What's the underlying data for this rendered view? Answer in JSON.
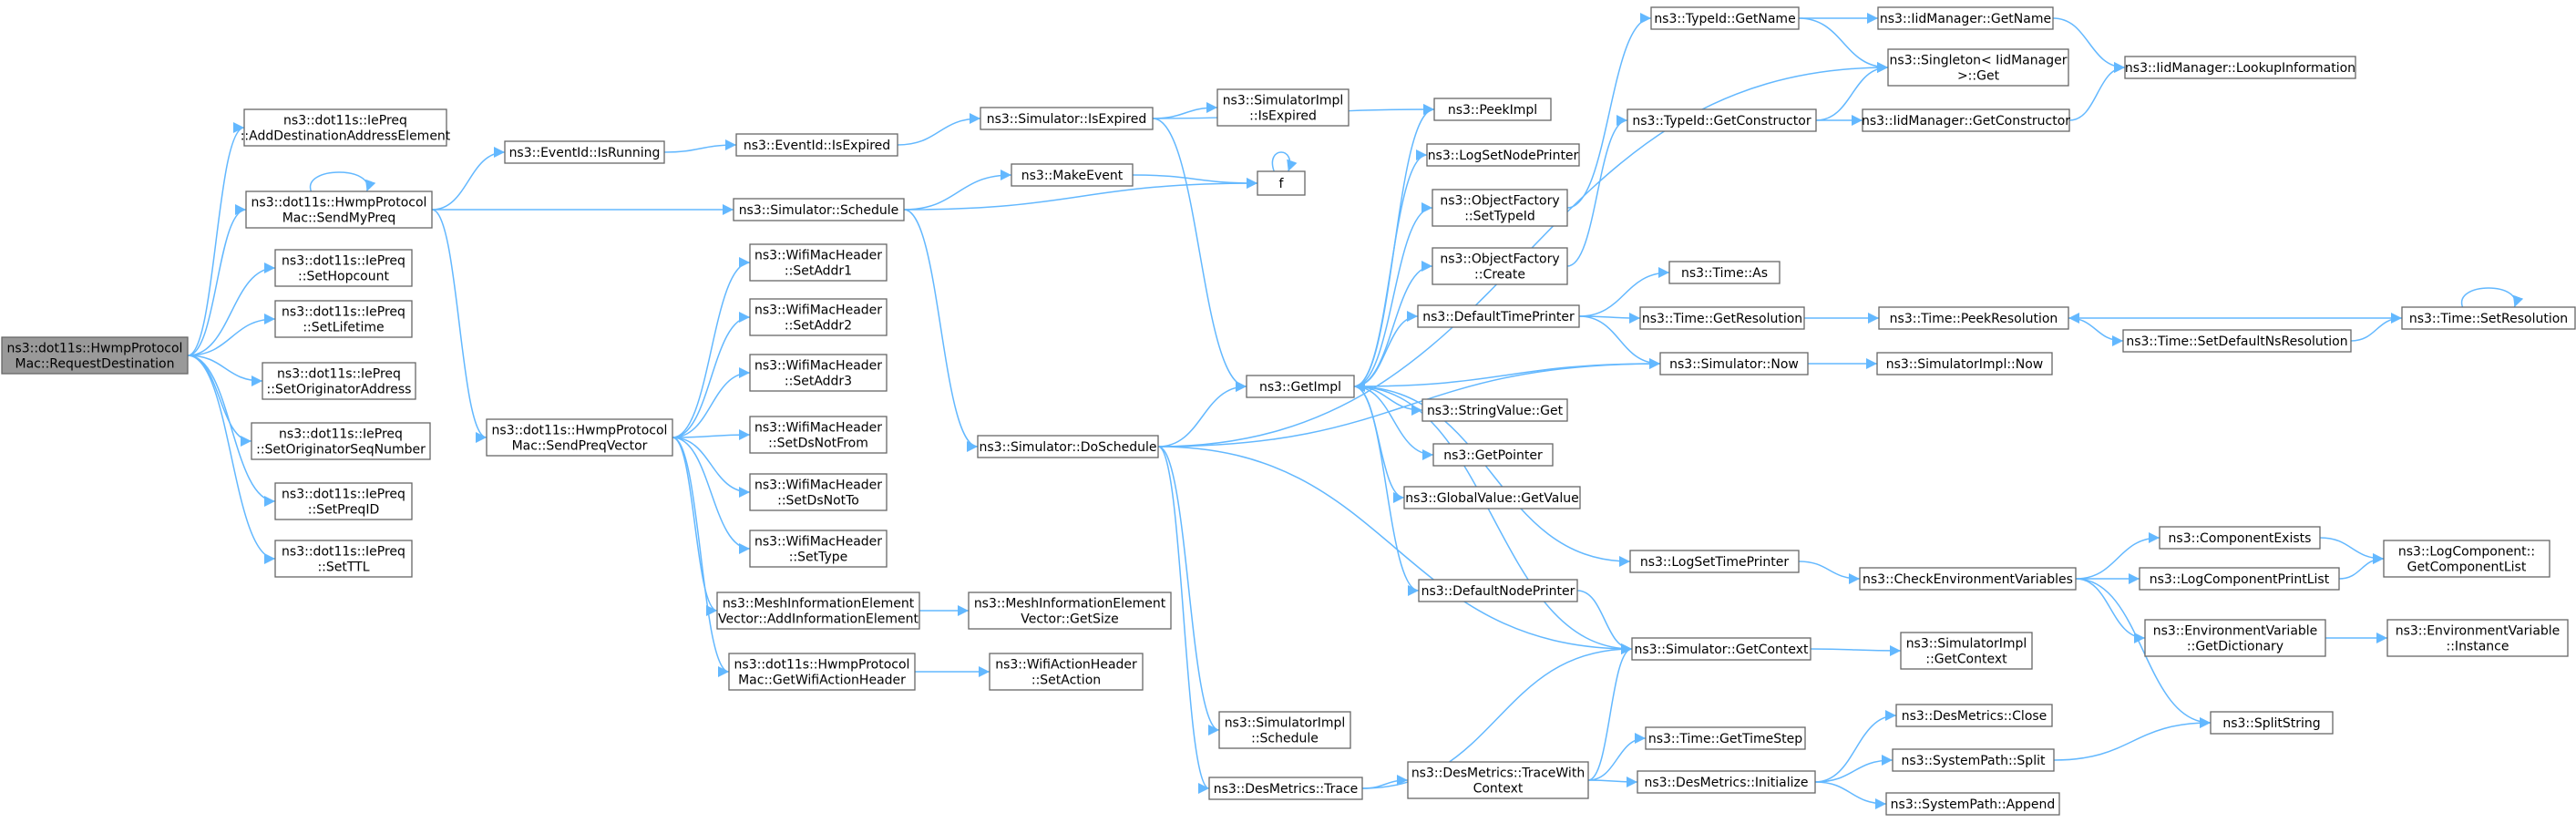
{
  "nodes": [
    {
      "id": "root",
      "lines": [
        "ns3::dot11s::HwmpProtocol",
        "Mac::RequestDestination"
      ],
      "root": true
    },
    {
      "id": "addDest",
      "lines": [
        "ns3::dot11s::IePreq",
        "::AddDestinationAddressElement"
      ]
    },
    {
      "id": "sendMyPreq",
      "lines": [
        "ns3::dot11s::HwmpProtocol",
        "Mac::SendMyPreq"
      ]
    },
    {
      "id": "setHopcount",
      "lines": [
        "ns3::dot11s::IePreq",
        "::SetHopcount"
      ]
    },
    {
      "id": "setLifetime",
      "lines": [
        "ns3::dot11s::IePreq",
        "::SetLifetime"
      ]
    },
    {
      "id": "setOrigAddr",
      "lines": [
        "ns3::dot11s::IePreq",
        "::SetOriginatorAddress"
      ]
    },
    {
      "id": "setOrigSeq",
      "lines": [
        "ns3::dot11s::IePreq",
        "::SetOriginatorSeqNumber"
      ]
    },
    {
      "id": "setPreqId",
      "lines": [
        "ns3::dot11s::IePreq",
        "::SetPreqID"
      ]
    },
    {
      "id": "setTtl",
      "lines": [
        "ns3::dot11s::IePreq",
        "::SetTTL"
      ]
    },
    {
      "id": "eventIsRunning",
      "lines": [
        "ns3::EventId::IsRunning"
      ]
    },
    {
      "id": "sendPreqVector",
      "lines": [
        "ns3::dot11s::HwmpProtocol",
        "Mac::SendPreqVector"
      ]
    },
    {
      "id": "eventIsExpired",
      "lines": [
        "ns3::EventId::IsExpired"
      ]
    },
    {
      "id": "simSchedule",
      "lines": [
        "ns3::Simulator::Schedule"
      ]
    },
    {
      "id": "setAddr1",
      "lines": [
        "ns3::WifiMacHeader",
        "::SetAddr1"
      ]
    },
    {
      "id": "setAddr2",
      "lines": [
        "ns3::WifiMacHeader",
        "::SetAddr2"
      ]
    },
    {
      "id": "setAddr3",
      "lines": [
        "ns3::WifiMacHeader",
        "::SetAddr3"
      ]
    },
    {
      "id": "setDsNotFrom",
      "lines": [
        "ns3::WifiMacHeader",
        "::SetDsNotFrom"
      ]
    },
    {
      "id": "setDsNotTo",
      "lines": [
        "ns3::WifiMacHeader",
        "::SetDsNotTo"
      ]
    },
    {
      "id": "setType",
      "lines": [
        "ns3::WifiMacHeader",
        "::SetType"
      ]
    },
    {
      "id": "meshAddInfo",
      "lines": [
        "ns3::MeshInformationElement",
        "Vector::AddInformationElement"
      ]
    },
    {
      "id": "getWifiAction",
      "lines": [
        "ns3::dot11s::HwmpProtocol",
        "Mac::GetWifiActionHeader"
      ]
    },
    {
      "id": "simIsExpired",
      "lines": [
        "ns3::Simulator::IsExpired"
      ]
    },
    {
      "id": "makeEvent",
      "lines": [
        "ns3::MakeEvent"
      ]
    },
    {
      "id": "simDoSchedule",
      "lines": [
        "ns3::Simulator::DoSchedule"
      ]
    },
    {
      "id": "meshGetSize",
      "lines": [
        "ns3::MeshInformationElement",
        "Vector::GetSize"
      ]
    },
    {
      "id": "setAction",
      "lines": [
        "ns3::WifiActionHeader",
        "::SetAction"
      ]
    },
    {
      "id": "simImplIsExpired",
      "lines": [
        "ns3::SimulatorImpl",
        "::IsExpired"
      ]
    },
    {
      "id": "f",
      "lines": [
        "f"
      ]
    },
    {
      "id": "getImpl",
      "lines": [
        "ns3::GetImpl"
      ]
    },
    {
      "id": "simImplSchedule",
      "lines": [
        "ns3::SimulatorImpl",
        "::Schedule"
      ]
    },
    {
      "id": "desTrace",
      "lines": [
        "ns3::DesMetrics::Trace"
      ]
    },
    {
      "id": "peekImpl",
      "lines": [
        "ns3::PeekImpl"
      ]
    },
    {
      "id": "logSetNodePrinter",
      "lines": [
        "ns3::LogSetNodePrinter"
      ]
    },
    {
      "id": "objFactSetTypeId",
      "lines": [
        "ns3::ObjectFactory",
        "::SetTypeId"
      ]
    },
    {
      "id": "objFactCreate",
      "lines": [
        "ns3::ObjectFactory",
        "::Create"
      ]
    },
    {
      "id": "defaultTimePrinter",
      "lines": [
        "ns3::DefaultTimePrinter"
      ]
    },
    {
      "id": "stringValueGet",
      "lines": [
        "ns3::StringValue::Get"
      ]
    },
    {
      "id": "getPointer",
      "lines": [
        "ns3::GetPointer"
      ]
    },
    {
      "id": "globalValueGet",
      "lines": [
        "ns3::GlobalValue::GetValue"
      ]
    },
    {
      "id": "defaultNodePrinter",
      "lines": [
        "ns3::DefaultNodePrinter"
      ]
    },
    {
      "id": "desTraceWithContext",
      "lines": [
        "ns3::DesMetrics::TraceWith",
        "Context"
      ]
    },
    {
      "id": "typeIdGetName",
      "lines": [
        "ns3::TypeId::GetName"
      ]
    },
    {
      "id": "typeIdGetCtor",
      "lines": [
        "ns3::TypeId::GetConstructor"
      ]
    },
    {
      "id": "timeAs",
      "lines": [
        "ns3::Time::As"
      ]
    },
    {
      "id": "timeGetResolution",
      "lines": [
        "ns3::Time::GetResolution"
      ]
    },
    {
      "id": "simNow",
      "lines": [
        "ns3::Simulator::Now"
      ]
    },
    {
      "id": "logSetTimePrinter",
      "lines": [
        "ns3::LogSetTimePrinter"
      ]
    },
    {
      "id": "simGetContext",
      "lines": [
        "ns3::Simulator::GetContext"
      ]
    },
    {
      "id": "timeGetTimeStep",
      "lines": [
        "ns3::Time::GetTimeStep"
      ]
    },
    {
      "id": "desInitialize",
      "lines": [
        "ns3::DesMetrics::Initialize"
      ]
    },
    {
      "id": "iidGetName",
      "lines": [
        "ns3::IidManager::GetName"
      ]
    },
    {
      "id": "singletonGet",
      "lines": [
        "ns3::Singleton< IidManager",
        " >::Get"
      ]
    },
    {
      "id": "iidGetCtor",
      "lines": [
        "ns3::IidManager::GetConstructor"
      ]
    },
    {
      "id": "timePeekResolution",
      "lines": [
        "ns3::Time::PeekResolution"
      ]
    },
    {
      "id": "simImplNow",
      "lines": [
        "ns3::SimulatorImpl::Now"
      ]
    },
    {
      "id": "checkEnvVars",
      "lines": [
        "ns3::CheckEnvironmentVariables"
      ]
    },
    {
      "id": "simImplGetContext",
      "lines": [
        "ns3::SimulatorImpl",
        "::GetContext"
      ]
    },
    {
      "id": "desClose",
      "lines": [
        "ns3::DesMetrics::Close"
      ]
    },
    {
      "id": "sysPathSplit",
      "lines": [
        "ns3::SystemPath::Split"
      ]
    },
    {
      "id": "sysPathAppend",
      "lines": [
        "ns3::SystemPath::Append"
      ]
    },
    {
      "id": "iidLookup",
      "lines": [
        "ns3::IidManager::LookupInformation"
      ]
    },
    {
      "id": "timeSetDefaultNs",
      "lines": [
        "ns3::Time::SetDefaultNsResolution"
      ]
    },
    {
      "id": "componentExists",
      "lines": [
        "ns3::ComponentExists"
      ]
    },
    {
      "id": "logCompPrintList",
      "lines": [
        "ns3::LogComponentPrintList"
      ]
    },
    {
      "id": "envVarGetDict",
      "lines": [
        "ns3::EnvironmentVariable",
        "::GetDictionary"
      ]
    },
    {
      "id": "splitString",
      "lines": [
        "ns3::SplitString"
      ]
    },
    {
      "id": "timeSetResolution",
      "lines": [
        "ns3::Time::SetResolution"
      ]
    },
    {
      "id": "logCompGetList",
      "lines": [
        "ns3::LogComponent::",
        "GetComponentList"
      ]
    },
    {
      "id": "envVarInstance",
      "lines": [
        "ns3::EnvironmentVariable",
        "::Instance"
      ]
    }
  ],
  "edges": [
    [
      "root",
      "addDest"
    ],
    [
      "root",
      "sendMyPreq"
    ],
    [
      "root",
      "setHopcount"
    ],
    [
      "root",
      "setLifetime"
    ],
    [
      "root",
      "setOrigAddr"
    ],
    [
      "root",
      "setOrigSeq"
    ],
    [
      "root",
      "setPreqId"
    ],
    [
      "root",
      "setTtl"
    ],
    [
      "sendMyPreq",
      "sendMyPreq"
    ],
    [
      "sendMyPreq",
      "eventIsRunning"
    ],
    [
      "sendMyPreq",
      "simSchedule"
    ],
    [
      "sendMyPreq",
      "sendPreqVector"
    ],
    [
      "eventIsRunning",
      "eventIsExpired"
    ],
    [
      "eventIsExpired",
      "simIsExpired"
    ],
    [
      "simIsExpired",
      "simImplIsExpired"
    ],
    [
      "simIsExpired",
      "peekImpl"
    ],
    [
      "simIsExpired",
      "getImpl"
    ],
    [
      "simSchedule",
      "makeEvent"
    ],
    [
      "simSchedule",
      "f"
    ],
    [
      "simSchedule",
      "simDoSchedule"
    ],
    [
      "makeEvent",
      "f"
    ],
    [
      "f",
      "f"
    ],
    [
      "sendPreqVector",
      "setAddr1"
    ],
    [
      "sendPreqVector",
      "setAddr2"
    ],
    [
      "sendPreqVector",
      "setAddr3"
    ],
    [
      "sendPreqVector",
      "setDsNotFrom"
    ],
    [
      "sendPreqVector",
      "setDsNotTo"
    ],
    [
      "sendPreqVector",
      "setType"
    ],
    [
      "sendPreqVector",
      "meshAddInfo"
    ],
    [
      "sendPreqVector",
      "getWifiAction"
    ],
    [
      "meshAddInfo",
      "meshGetSize"
    ],
    [
      "getWifiAction",
      "setAction"
    ],
    [
      "simDoSchedule",
      "getImpl"
    ],
    [
      "simDoSchedule",
      "singletonGet"
    ],
    [
      "simDoSchedule",
      "simNow"
    ],
    [
      "simDoSchedule",
      "simGetContext"
    ],
    [
      "simDoSchedule",
      "simImplSchedule"
    ],
    [
      "simDoSchedule",
      "desTrace"
    ],
    [
      "getImpl",
      "peekImpl"
    ],
    [
      "getImpl",
      "logSetNodePrinter"
    ],
    [
      "getImpl",
      "objFactSetTypeId"
    ],
    [
      "getImpl",
      "objFactCreate"
    ],
    [
      "getImpl",
      "defaultTimePrinter"
    ],
    [
      "getImpl",
      "stringValueGet"
    ],
    [
      "getImpl",
      "getPointer"
    ],
    [
      "getImpl",
      "globalValueGet"
    ],
    [
      "getImpl",
      "defaultNodePrinter"
    ],
    [
      "getImpl",
      "logSetTimePrinter"
    ],
    [
      "objFactSetTypeId",
      "typeIdGetName"
    ],
    [
      "objFactCreate",
      "typeIdGetCtor"
    ],
    [
      "typeIdGetName",
      "iidGetName"
    ],
    [
      "typeIdGetName",
      "singletonGet"
    ],
    [
      "iidGetName",
      "iidLookup"
    ],
    [
      "typeIdGetCtor",
      "singletonGet"
    ],
    [
      "typeIdGetCtor",
      "iidGetCtor"
    ],
    [
      "iidGetCtor",
      "iidLookup"
    ],
    [
      "defaultTimePrinter",
      "timeAs"
    ],
    [
      "defaultTimePrinter",
      "timeGetResolution"
    ],
    [
      "defaultTimePrinter",
      "simNow"
    ],
    [
      "timeGetResolution",
      "timePeekResolution"
    ],
    [
      "timePeekResolution",
      "timeSetDefaultNs"
    ],
    [
      "timeSetDefaultNs",
      "timeSetResolution"
    ],
    [
      "timeSetResolution",
      "timePeekResolution"
    ],
    [
      "timeSetResolution",
      "timeSetResolution"
    ],
    [
      "simNow",
      "getImpl"
    ],
    [
      "simNow",
      "simImplNow"
    ],
    [
      "defaultNodePrinter",
      "simGetContext"
    ],
    [
      "logSetTimePrinter",
      "checkEnvVars"
    ],
    [
      "checkEnvVars",
      "componentExists"
    ],
    [
      "checkEnvVars",
      "logCompPrintList"
    ],
    [
      "checkEnvVars",
      "envVarGetDict"
    ],
    [
      "checkEnvVars",
      "splitString"
    ],
    [
      "componentExists",
      "logCompGetList"
    ],
    [
      "logCompPrintList",
      "logCompGetList"
    ],
    [
      "envVarGetDict",
      "envVarInstance"
    ],
    [
      "simGetContext",
      "getImpl"
    ],
    [
      "simGetContext",
      "simImplGetContext"
    ],
    [
      "desTrace",
      "simGetContext"
    ],
    [
      "desTrace",
      "desTraceWithContext"
    ],
    [
      "desTraceWithContext",
      "simGetContext"
    ],
    [
      "desTraceWithContext",
      "timeGetTimeStep"
    ],
    [
      "desTraceWithContext",
      "desInitialize"
    ],
    [
      "desInitialize",
      "desClose"
    ],
    [
      "desInitialize",
      "sysPathSplit"
    ],
    [
      "desInitialize",
      "sysPathAppend"
    ],
    [
      "sysPathSplit",
      "splitString"
    ]
  ]
}
